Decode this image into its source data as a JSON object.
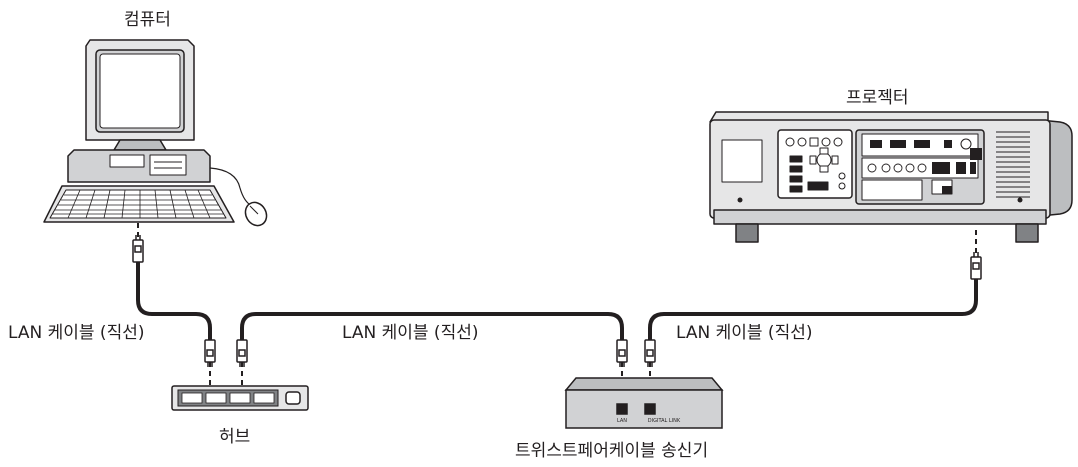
{
  "labels": {
    "computer": "컴퓨터",
    "projector": "프로젝터",
    "hub": "허브",
    "transmitter": "트위스트페어케이블 송신기",
    "cable_computer_hub": "LAN 케이블 (직선)",
    "cable_hub_transmitter": "LAN 케이블 (직선)",
    "cable_transmitter_projector": "LAN 케이블 (직선)"
  },
  "transmitter_ports": {
    "lan": "LAN",
    "digital_link": "DIGITAL LINK"
  }
}
